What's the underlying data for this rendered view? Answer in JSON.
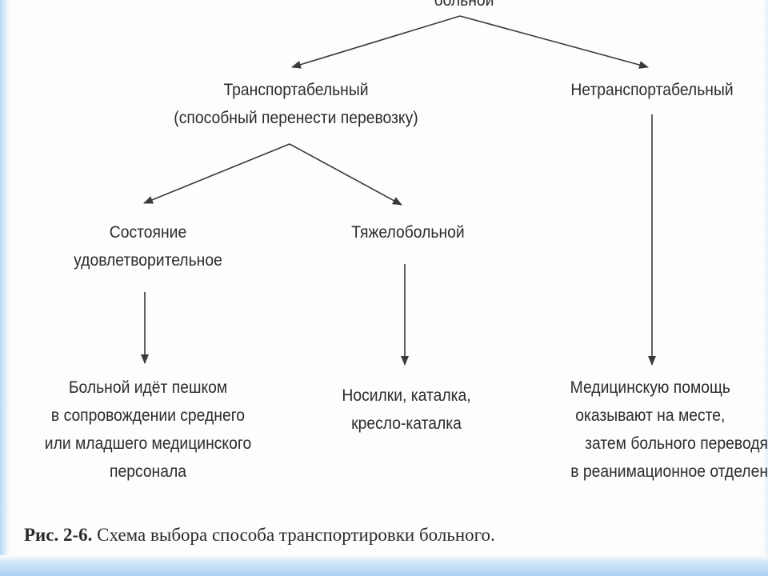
{
  "diagram": {
    "root": {
      "line1": "больной"
    },
    "transportable": {
      "line1": "Транспортабельный",
      "line2": "(способный перенести перевозку)"
    },
    "non_transportable": {
      "line1": "Нетранспортабельный"
    },
    "satisfactory": {
      "line1": "Состояние",
      "line2": "удовлетворительное"
    },
    "severe": {
      "line1": "Тяжелобольной"
    },
    "walks": {
      "line1": "Больной идёт пешком",
      "line2": "в сопровождении среднего",
      "line3": "или младшего медицинского",
      "line4": "персонала"
    },
    "stretcher": {
      "line1": "Носилки, каталка,",
      "line2": "кресло-каталка"
    },
    "onsite": {
      "line1": "Медицинскую помощь",
      "line2": "оказывают на месте,",
      "line3": "затем больного переводя",
      "line4": "в реанимационное отделен"
    }
  },
  "caption": {
    "label": "Рис. 2-6.",
    "text": "Схема выбора способа транспортировки больного."
  }
}
